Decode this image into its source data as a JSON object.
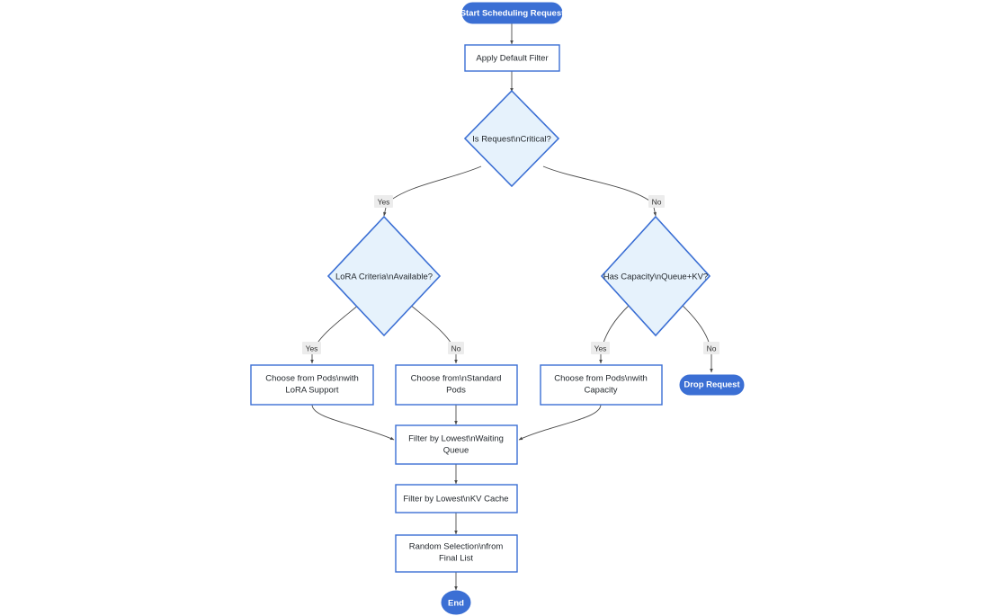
{
  "diagram": {
    "type": "flowchart",
    "direction": "top-down",
    "background": "#ffffff",
    "colors": {
      "node_border": "#3b6fd4",
      "node_fill": "#ffffff",
      "decision_fill": "#e6f2fc",
      "terminator_fill": "#3b6fd4",
      "terminator_text": "#ffffff",
      "edge_stroke": "#4a4a4a",
      "edge_label_bg": "#ececec",
      "label_text": "#24292e"
    },
    "nodes": [
      {
        "id": "start",
        "shape": "stadium",
        "label": "Start Scheduling Request"
      },
      {
        "id": "default",
        "shape": "rect",
        "label": "Apply Default Filter"
      },
      {
        "id": "critical",
        "shape": "diamond",
        "label": "Is Request\\nCritical?"
      },
      {
        "id": "lora",
        "shape": "diamond",
        "label": "LoRA Criteria\\nAvailable?"
      },
      {
        "id": "capacity",
        "shape": "diamond",
        "label": "Has Capacity\\nQueue+KV?"
      },
      {
        "id": "podslora",
        "shape": "rect",
        "label": "Choose from Pods\\nwith",
        "label2": "LoRA Support"
      },
      {
        "id": "podsstandard",
        "shape": "rect",
        "label": "Choose from\\nStandard",
        "label2": "Pods"
      },
      {
        "id": "podscapacity",
        "shape": "rect",
        "label": "Choose from Pods\\nwith",
        "label2": "Capacity"
      },
      {
        "id": "drop",
        "shape": "stadium",
        "label": "Drop Request"
      },
      {
        "id": "queue",
        "shape": "rect",
        "label": "Filter by Lowest\\nWaiting",
        "label2": "Queue"
      },
      {
        "id": "kvcache",
        "shape": "rect",
        "label": "Filter by Lowest\\nKV Cache"
      },
      {
        "id": "random",
        "shape": "rect",
        "label": "Random Selection\\nfrom",
        "label2": "Final List"
      },
      {
        "id": "end",
        "shape": "circle",
        "label": "End"
      }
    ],
    "edges": [
      {
        "from": "start",
        "to": "default",
        "label": ""
      },
      {
        "from": "default",
        "to": "critical",
        "label": ""
      },
      {
        "from": "critical",
        "to": "lora",
        "label": "Yes"
      },
      {
        "from": "critical",
        "to": "capacity",
        "label": "No"
      },
      {
        "from": "lora",
        "to": "podslora",
        "label": "Yes"
      },
      {
        "from": "lora",
        "to": "podsstandard",
        "label": "No"
      },
      {
        "from": "capacity",
        "to": "podscapacity",
        "label": "Yes"
      },
      {
        "from": "capacity",
        "to": "drop",
        "label": "No"
      },
      {
        "from": "podslora",
        "to": "queue",
        "label": ""
      },
      {
        "from": "podsstandard",
        "to": "queue",
        "label": ""
      },
      {
        "from": "podscapacity",
        "to": "queue",
        "label": ""
      },
      {
        "from": "queue",
        "to": "kvcache",
        "label": ""
      },
      {
        "from": "kvcache",
        "to": "random",
        "label": ""
      },
      {
        "from": "random",
        "to": "end",
        "label": ""
      }
    ]
  },
  "labels": {
    "start": "Start Scheduling Request",
    "apply_default_filter": "Apply Default Filter",
    "is_request_critical": "Is Request\\nCritical?",
    "lora_criteria_available": "LoRA Criteria\\nAvailable?",
    "has_capacity": "Has Capacity\\nQueue+KV?",
    "choose_pods_lora_l1": "Choose from Pods\\nwith",
    "choose_pods_lora_l2": "LoRA Support",
    "choose_standard_l1": "Choose from\\nStandard",
    "choose_standard_l2": "Pods",
    "choose_pods_capacity_l1": "Choose from Pods\\nwith",
    "choose_pods_capacity_l2": "Capacity",
    "drop_request": "Drop Request",
    "filter_queue_l1": "Filter by Lowest\\nWaiting",
    "filter_queue_l2": "Queue",
    "filter_kv_cache": "Filter by Lowest\\nKV Cache",
    "random_selection_l1": "Random Selection\\nfrom",
    "random_selection_l2": "Final List",
    "end": "End",
    "yes": "Yes",
    "no": "No"
  }
}
